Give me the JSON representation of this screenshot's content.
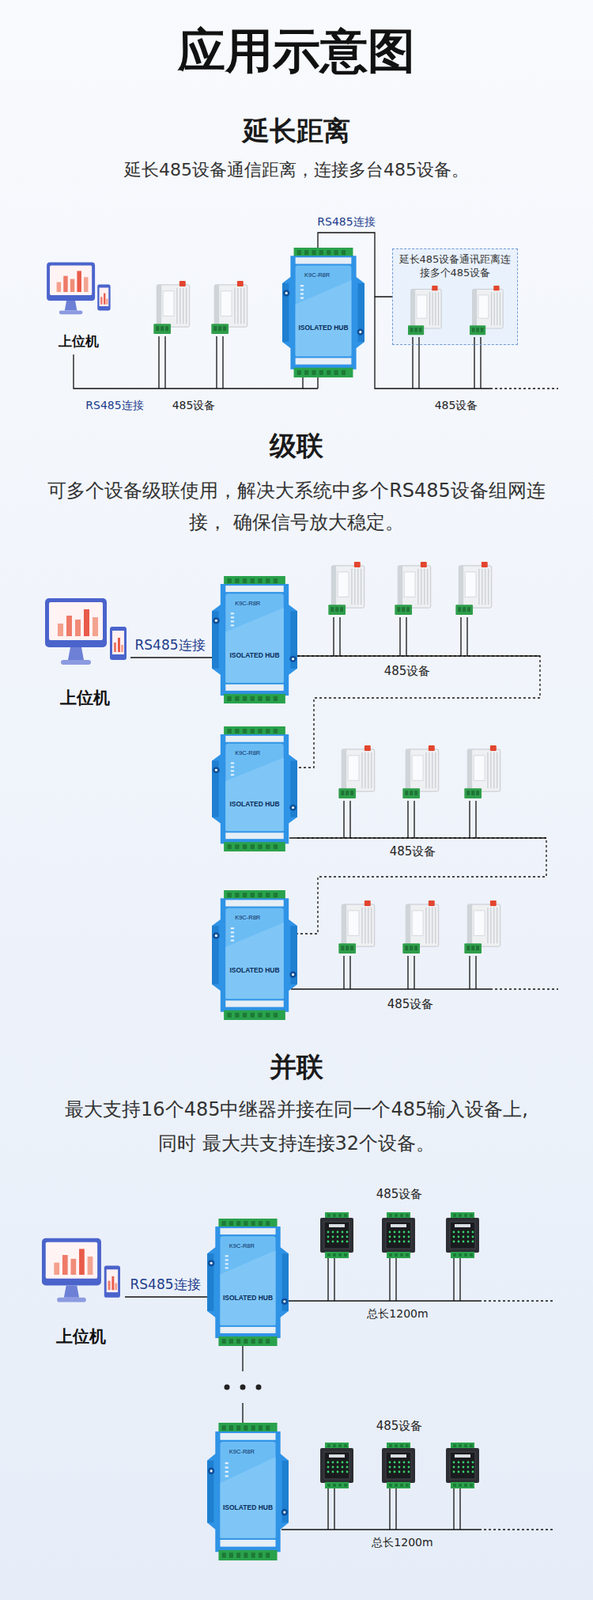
{
  "diagram": {
    "title": "应用示意图",
    "nodes": [
      {
        "text": [
          "上位机"
        ]
      },
      {
        "text": [
          "K9C-R8R",
          "ISOLATED HUB"
        ]
      },
      {
        "text": [
          "延长485设备通讯距离连 接多个485设备"
        ]
      },
      {
        "text": [
          "上位机"
        ]
      },
      {
        "text": [
          "K9C-R8R",
          "ISOLATED HUB"
        ]
      },
      {
        "text": [
          "K9C-R8R",
          "ISOLATED HUB"
        ]
      },
      {
        "text": [
          "K9C-R8R",
          "ISOLATED HUB"
        ]
      },
      {
        "text": [
          "上位机"
        ]
      },
      {
        "text": [
          "K9C-R8R",
          "ISOLATED HUB"
        ]
      },
      {
        "text": [
          "K9C-R8R",
          "ISOLATED HUB"
        ]
      }
    ],
    "edges": [
      {
        "from": 0,
        "to": 1,
        "label": "RS485连接",
        "arrow": "none"
      },
      {
        "from": 1,
        "to": 2,
        "label": "RS485连接",
        "arrow": "none"
      },
      {
        "from": 3,
        "to": 4,
        "label": "RS485连接",
        "arrow": "none"
      },
      {
        "from": 4,
        "to": 5,
        "arrow": "none"
      },
      {
        "from": 5,
        "to": 6,
        "arrow": "none"
      },
      {
        "from": 7,
        "to": 8,
        "label": "RS485连接",
        "arrow": "none"
      },
      {
        "from": 8,
        "to": 9,
        "arrow": "none"
      }
    ],
    "labels": [
      "延长距离",
      "延长485设备通信距离，连接多台485设备。",
      "485设备",
      "485设备",
      "级联",
      "可多个设备级联使用，解决大系统中多个RS485设备组网连接， 确保信号放大稳定。",
      "485设备",
      "485设备",
      "485设备",
      "并联",
      "最大支持16个485中继器并接在同一个485输入设备上,同时 最大共支持连接32个设备。",
      "485设备",
      "总长1200m",
      "485设备",
      "总长1200m"
    ]
  }
}
